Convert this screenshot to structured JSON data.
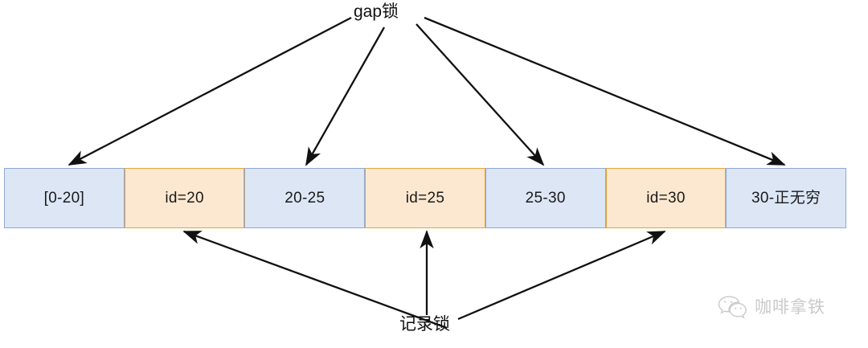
{
  "diagram": {
    "title_top": "gap锁",
    "title_bottom": "记录锁",
    "colors": {
      "gap_fill": "#dce6f5",
      "gap_border": "#90a8d6",
      "record_fill": "#fce8d0",
      "record_border": "#e3a53a",
      "arrow": "#111111",
      "text": "#1a1a1a"
    },
    "cells": [
      {
        "label": "[0-20]",
        "kind": "gap"
      },
      {
        "label": "id=20",
        "kind": "rec"
      },
      {
        "label": "20-25",
        "kind": "gap"
      },
      {
        "label": "id=25",
        "kind": "rec"
      },
      {
        "label": "25-30",
        "kind": "gap"
      },
      {
        "label": "id=30",
        "kind": "rec"
      },
      {
        "label": "30-正无穷",
        "kind": "gap"
      }
    ],
    "gap_arrow_targets": [
      "[0-20]",
      "20-25",
      "25-30",
      "30-正无穷"
    ],
    "record_arrow_targets": [
      "id=20",
      "id=25",
      "id=30"
    ]
  },
  "watermark": {
    "icon": "wechat-icon",
    "text": "咖啡拿铁"
  }
}
